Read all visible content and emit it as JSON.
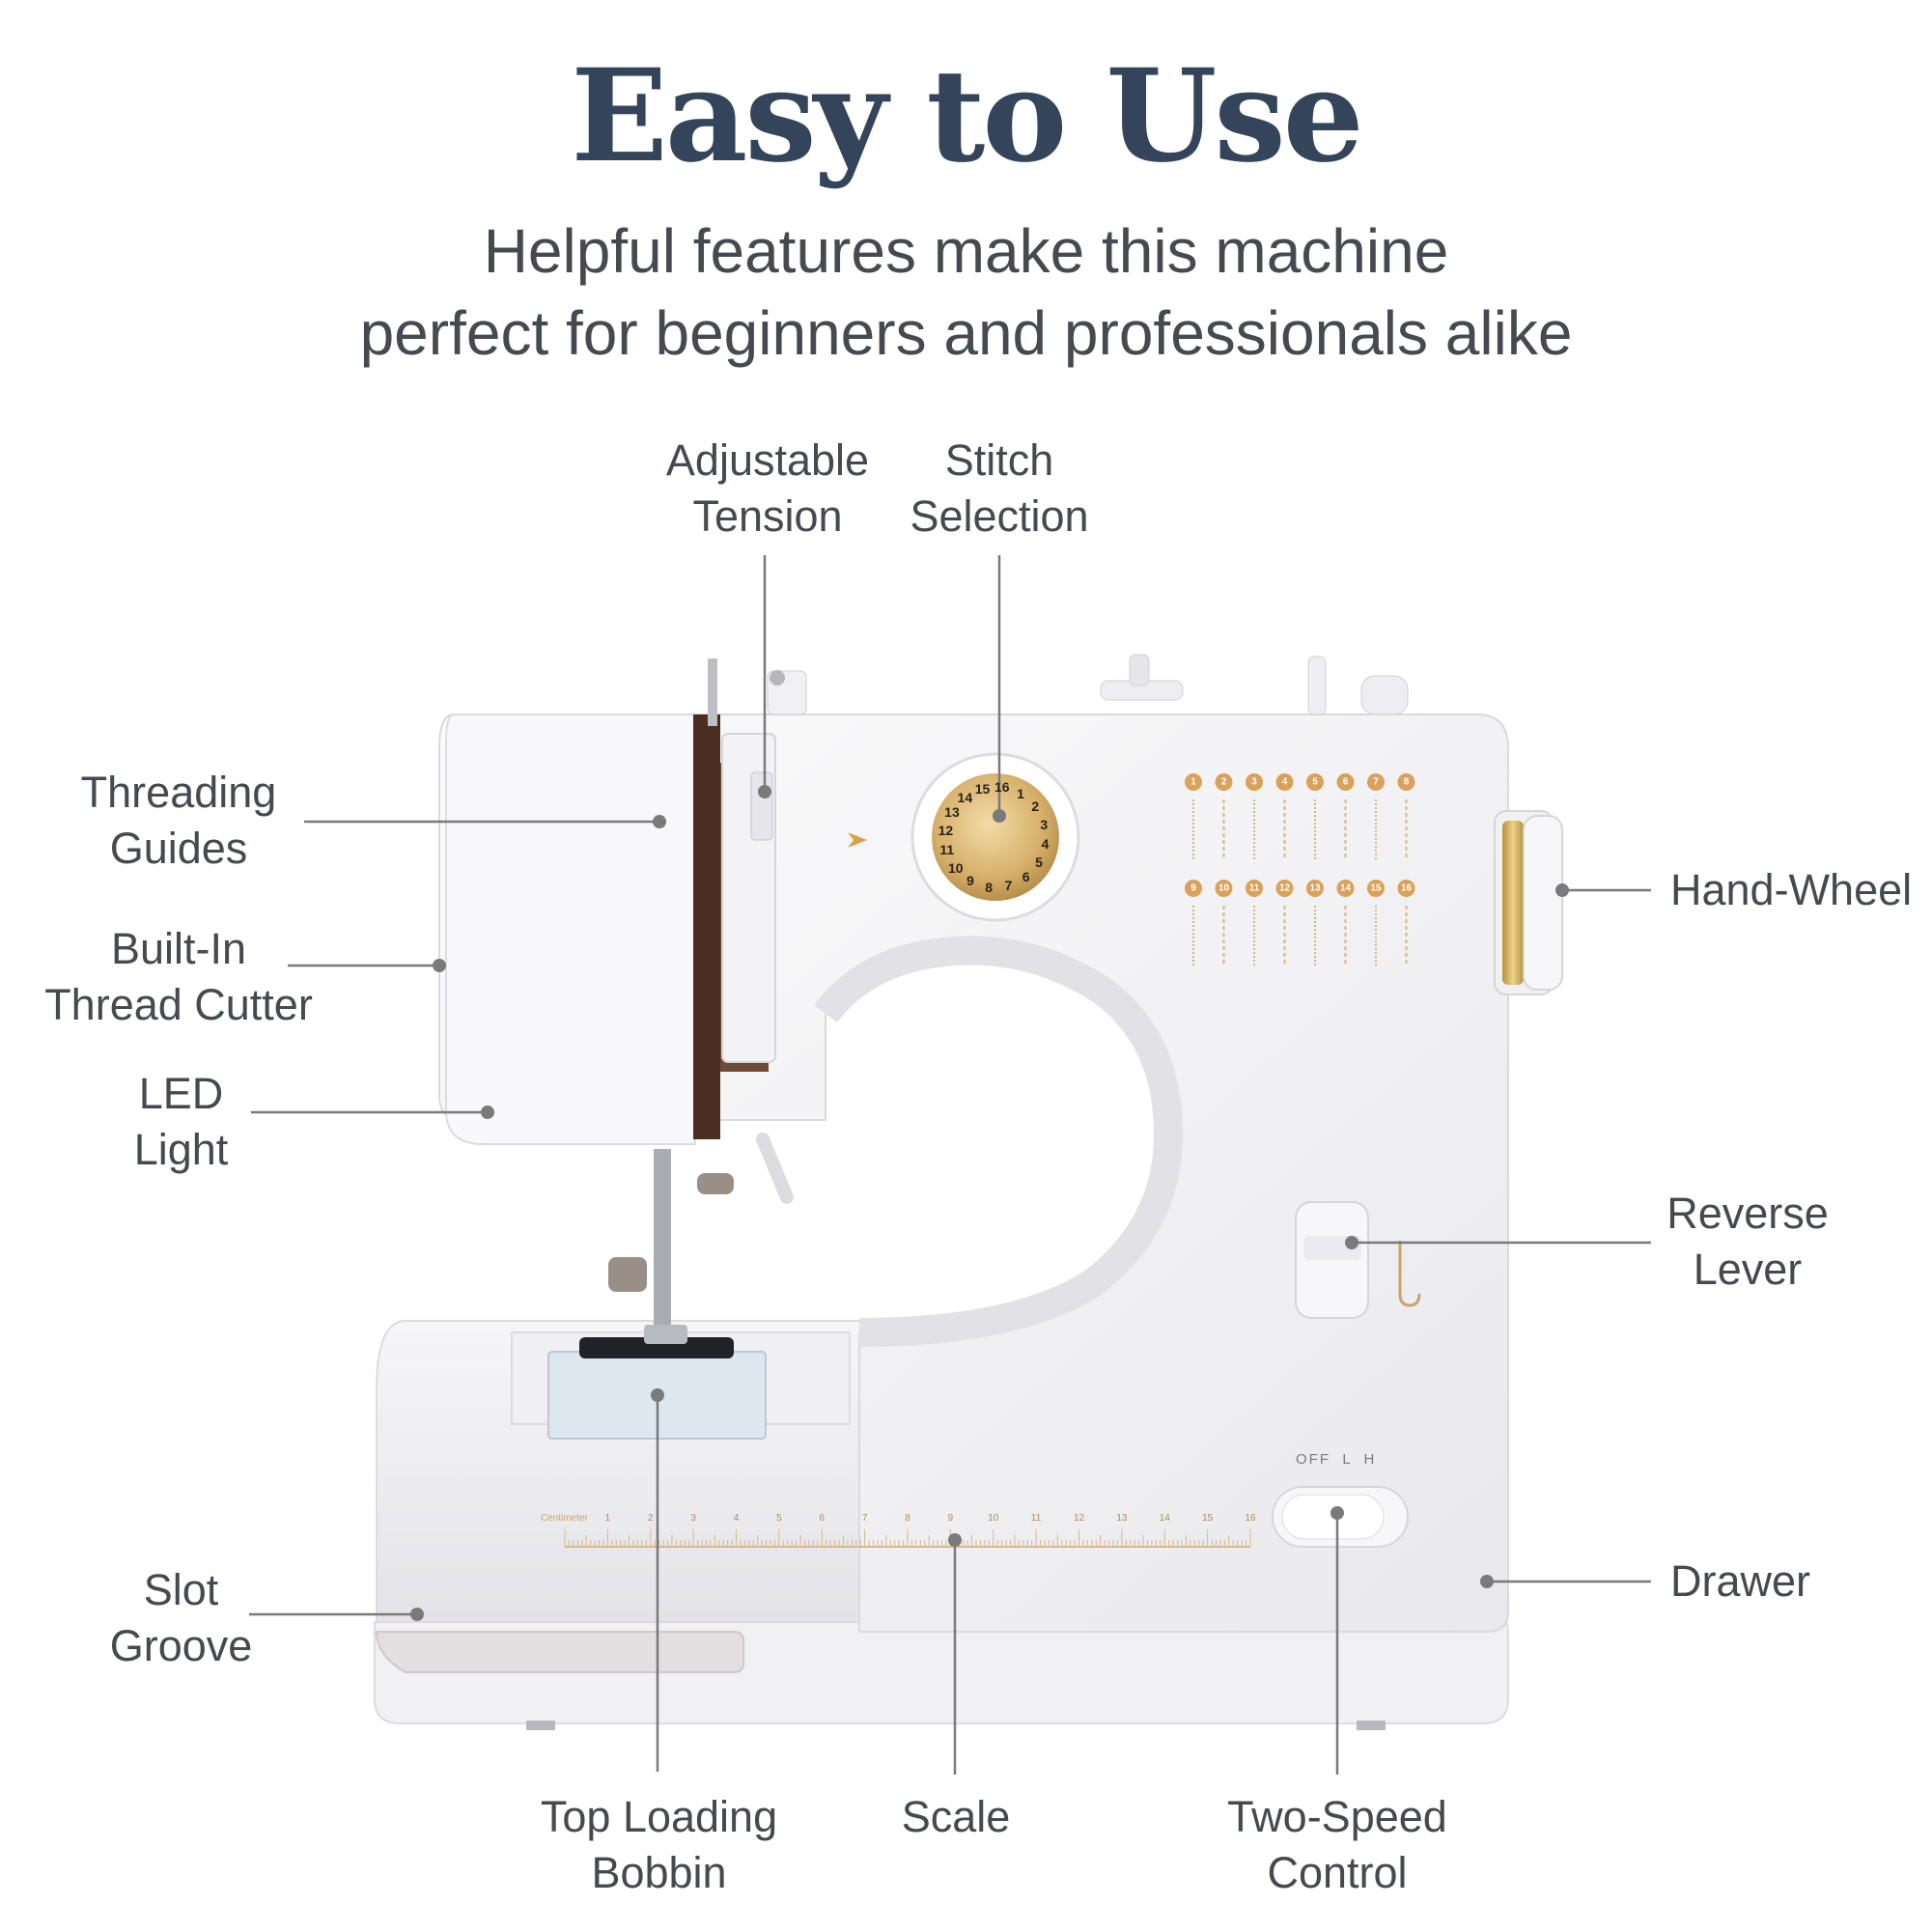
{
  "header": {
    "title": "Easy to Use",
    "subtitle_line1": "Helpful features make this machine",
    "subtitle_line2": "perfect for beginners and professionals alike"
  },
  "callouts": {
    "adjustable_tension": [
      "Adjustable",
      "Tension"
    ],
    "stitch_selection": [
      "Stitch",
      "Selection"
    ],
    "threading_guides": [
      "Threading",
      "Guides"
    ],
    "thread_cutter": [
      "Built-In",
      "Thread Cutter"
    ],
    "led_light": [
      "LED",
      "Light"
    ],
    "hand_wheel": [
      "Hand-Wheel"
    ],
    "reverse_lever": [
      "Reverse",
      "Lever"
    ],
    "drawer": [
      "Drawer"
    ],
    "slot_groove": [
      "Slot",
      "Groove"
    ],
    "top_loading_bobbin": [
      "Top Loading",
      "Bobbin"
    ],
    "scale": [
      "Scale"
    ],
    "two_speed_control": [
      "Two-Speed",
      "Control"
    ]
  },
  "machine": {
    "stitch_dial_numbers": [
      "1",
      "2",
      "3",
      "4",
      "5",
      "6",
      "7",
      "8",
      "9",
      "10",
      "11",
      "12",
      "13",
      "14",
      "15",
      "16"
    ],
    "stitch_chart_row1": [
      "1",
      "2",
      "3",
      "4",
      "5",
      "6",
      "7",
      "8"
    ],
    "stitch_chart_row2": [
      "9",
      "10",
      "11",
      "12",
      "13",
      "14",
      "15",
      "16"
    ],
    "ruler_label": "Centimeter",
    "ruler_numbers": [
      "1",
      "2",
      "3",
      "4",
      "5",
      "6",
      "7",
      "8",
      "9",
      "10",
      "11",
      "12",
      "13",
      "14",
      "15",
      "16"
    ],
    "speed_switch": "OFF  L  H"
  },
  "colors": {
    "title": "#34445a",
    "text": "#444a4f",
    "leader_line": "#7a7a7a",
    "accent_gold": "#c9a46a",
    "machine_body": "#f4f4f6",
    "dark_panel": "#4a2e22"
  }
}
